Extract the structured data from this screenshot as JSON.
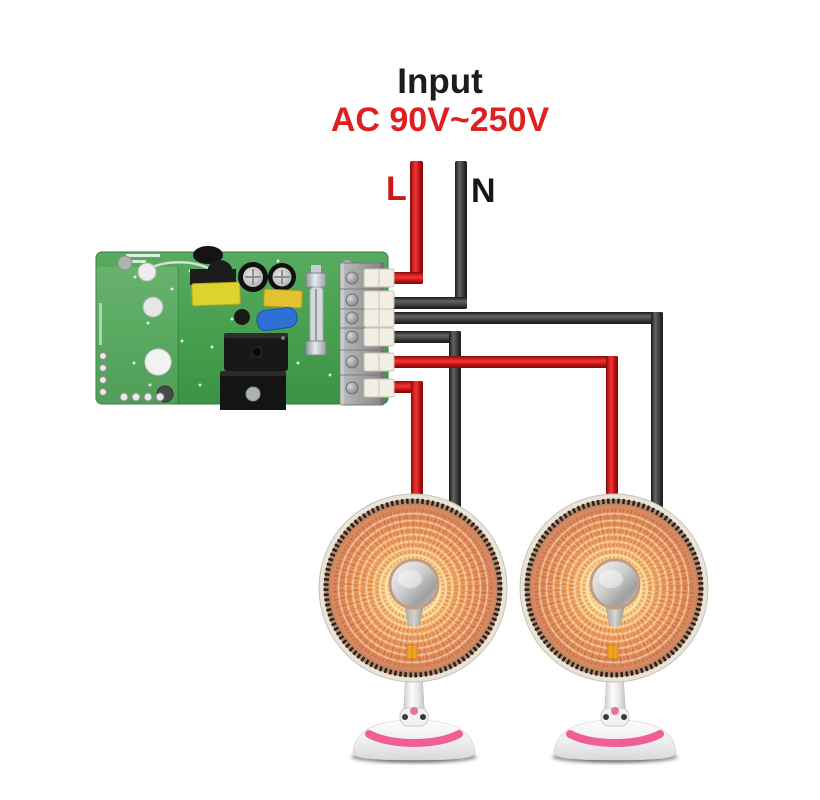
{
  "header": {
    "title": "Input",
    "voltage": "AC 90V~250V"
  },
  "input_lines": {
    "live_label": "L",
    "neutral_label": "N"
  },
  "colors": {
    "live_wire": "#cf1414",
    "neutral_wire": "#424242",
    "title_text": "#1c1c1c",
    "voltage_text": "#e02020",
    "live_label": "#d01818",
    "neutral_label": "#161616",
    "pcb_green": "#4aa052",
    "terminal_block": "#9d9d9d",
    "terminal_clamp": "#f2eee4",
    "heater_dish_orange": "#f5a968",
    "heater_glow": "#fff3c4",
    "heater_rim": "#e9e4da",
    "heater_base_pink": "#ef5f96",
    "background": "#ffffff"
  },
  "diagram": {
    "type": "wiring-diagram",
    "power_source": {
      "label": "Input",
      "voltage_range": "AC 90V~250V",
      "conductors": [
        {
          "name": "L",
          "color": "red"
        },
        {
          "name": "N",
          "color": "black"
        }
      ]
    },
    "controller": {
      "description": "green relay switch module PCB with screw terminal block",
      "relay_count": 2,
      "terminal_count": 6
    },
    "loads": [
      {
        "id": "heater-left",
        "description": "parabolic electric dish heater on stand"
      },
      {
        "id": "heater-right",
        "description": "parabolic electric dish heater on stand"
      }
    ],
    "connections": [
      {
        "from": "input-L",
        "to": "terminal-1",
        "wire_color": "red"
      },
      {
        "from": "input-N",
        "to": "terminal-2",
        "wire_color": "black"
      },
      {
        "from": "terminal-3",
        "to": "heater-right",
        "wire_color": "black"
      },
      {
        "from": "terminal-4",
        "to": "heater-left",
        "wire_color": "black"
      },
      {
        "from": "terminal-5",
        "to": "heater-right",
        "wire_color": "red"
      },
      {
        "from": "terminal-6",
        "to": "heater-left",
        "wire_color": "red"
      }
    ]
  }
}
